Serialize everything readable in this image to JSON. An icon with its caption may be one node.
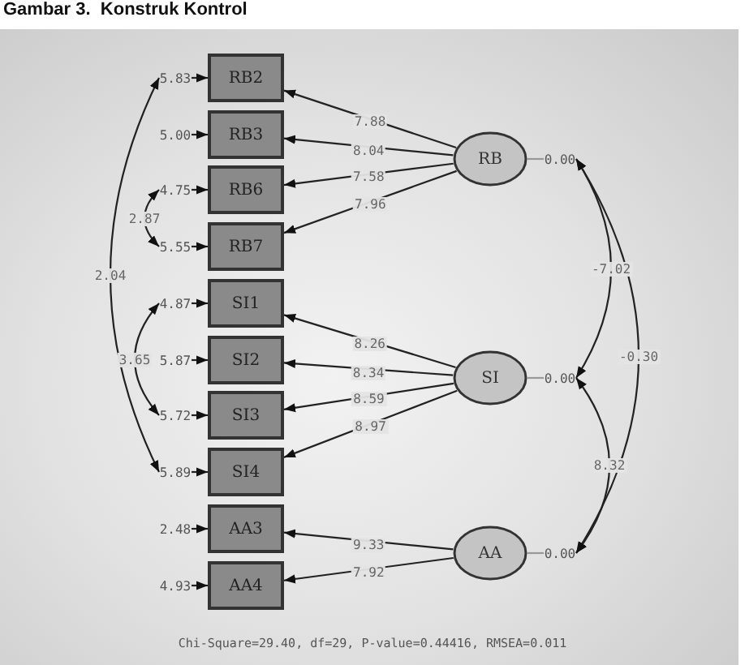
{
  "diagram": {
    "title": "Gambar 3.  Konstruk Kontrol",
    "nodes": [
      {
        "text": [
          "RB2"
        ]
      },
      {
        "text": [
          "RB3"
        ]
      },
      {
        "text": [
          "RB6"
        ]
      },
      {
        "text": [
          "RB7"
        ]
      },
      {
        "text": [
          "SI1"
        ]
      },
      {
        "text": [
          "SI2"
        ]
      },
      {
        "text": [
          "SI3"
        ]
      },
      {
        "text": [
          "SI4"
        ]
      },
      {
        "text": [
          "AA3"
        ]
      },
      {
        "text": [
          "AA4"
        ]
      },
      {
        "text": [
          "RB"
        ]
      },
      {
        "text": [
          "SI"
        ]
      },
      {
        "text": [
          "AA"
        ]
      },
      {
        "text": [
          "5.83"
        ]
      },
      {
        "text": [
          "5.00"
        ]
      },
      {
        "text": [
          "4.75"
        ]
      },
      {
        "text": [
          "5.55"
        ]
      },
      {
        "text": [
          "4.87"
        ]
      },
      {
        "text": [
          "5.87"
        ]
      },
      {
        "text": [
          "5.72"
        ]
      },
      {
        "text": [
          "5.89"
        ]
      },
      {
        "text": [
          "2.48"
        ]
      },
      {
        "text": [
          "4.93"
        ]
      },
      {
        "text": [
          "0.00"
        ]
      },
      {
        "text": [
          "0.00"
        ]
      },
      {
        "text": [
          "0.00"
        ]
      }
    ],
    "edges": [
      {
        "from": 10,
        "to": 0,
        "arrow": "to",
        "label": "7.88"
      },
      {
        "from": 10,
        "to": 1,
        "arrow": "to",
        "label": "8.04"
      },
      {
        "from": 10,
        "to": 2,
        "arrow": "to",
        "label": "7.58"
      },
      {
        "from": 10,
        "to": 3,
        "arrow": "to",
        "label": "7.96"
      },
      {
        "from": 11,
        "to": 4,
        "arrow": "to",
        "label": "8.26"
      },
      {
        "from": 11,
        "to": 5,
        "arrow": "to",
        "label": "8.34"
      },
      {
        "from": 11,
        "to": 6,
        "arrow": "to",
        "label": "8.59"
      },
      {
        "from": 11,
        "to": 7,
        "arrow": "to",
        "label": "8.97"
      },
      {
        "from": 12,
        "to": 8,
        "arrow": "to",
        "label": "9.33"
      },
      {
        "from": 12,
        "to": 9,
        "arrow": "to",
        "label": "7.92"
      },
      {
        "from": 13,
        "to": 0,
        "arrow": "to"
      },
      {
        "from": 14,
        "to": 1,
        "arrow": "to"
      },
      {
        "from": 15,
        "to": 2,
        "arrow": "to"
      },
      {
        "from": 16,
        "to": 3,
        "arrow": "to"
      },
      {
        "from": 17,
        "to": 4,
        "arrow": "to"
      },
      {
        "from": 18,
        "to": 5,
        "arrow": "to"
      },
      {
        "from": 19,
        "to": 6,
        "arrow": "to"
      },
      {
        "from": 20,
        "to": 7,
        "arrow": "to"
      },
      {
        "from": 21,
        "to": 8,
        "arrow": "to"
      },
      {
        "from": 22,
        "to": 9,
        "arrow": "to"
      },
      {
        "from": 10,
        "to": 23,
        "arrow": "none",
        "color": "#999999"
      },
      {
        "from": 11,
        "to": 24,
        "arrow": "none",
        "color": "#999999"
      },
      {
        "from": 12,
        "to": 25,
        "arrow": "none",
        "color": "#999999"
      },
      {
        "from": 13,
        "to": 20,
        "arrow": "both",
        "label": "2.04"
      },
      {
        "from": 15,
        "to": 16,
        "arrow": "both",
        "label": "2.87"
      },
      {
        "from": 17,
        "to": 19,
        "arrow": "both",
        "label": "3.65"
      },
      {
        "from": 23,
        "to": 24,
        "arrow": "both",
        "label": "-7.02"
      },
      {
        "from": 23,
        "to": 25,
        "arrow": "both",
        "label": "-0.30"
      },
      {
        "from": 24,
        "to": 25,
        "arrow": "both",
        "label": "8.32"
      }
    ],
    "labels": [
      "Chi-Square=29.40, df=29, P-value=0.44416, RMSEA=0.011"
    ]
  }
}
